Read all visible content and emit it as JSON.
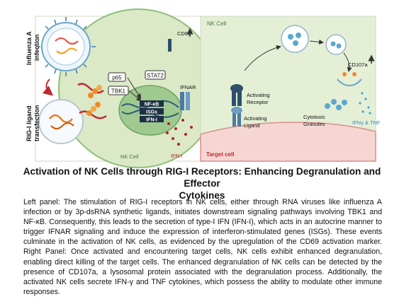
{
  "figure": {
    "left_panel": {
      "side_label_top": "Influenza A",
      "side_label_top_2": "infection",
      "side_label_bottom": "RIG-I ligand",
      "side_label_bottom_2": "transfection",
      "cell_label": "NK Cell",
      "p65": "p65",
      "tbk1": "TBK1",
      "stat2": "STAT2",
      "cd69": "CD69",
      "ifnar": "IFNAR",
      "ifn_i": "IFN-I",
      "nfkb": "NF-κB",
      "isgs": "ISGs",
      "ifn_i_gene": "IFN-I"
    },
    "right_panel": {
      "cell_label": "NK Cell",
      "activating_receptor": "Activating",
      "activating_receptor_2": "Receptor",
      "activating_ligand": "Activating",
      "activating_ligand_2": "Ligand",
      "cytotoxic_granules": "Cytotoxic",
      "cytotoxic_granules_2": "Granules",
      "cd107a": "CD107a",
      "ifng_tnf": "IFNγ & TNF",
      "target_cell": "Target cell"
    }
  },
  "caption": {
    "title_line1": "Activation of NK Cells through RIG-I Receptors: Enhancing Degranulation and Effector",
    "title_line2": "Cytokines",
    "body": "Left panel: The stimulation of RIG-I receptors in NK cells, either through RNA viruses like influenza A infection or by 3p-dsRNA synthetic ligands, initiates downstream signaling pathways involving TBK1 and NF-κB. Consequently, this leads to the secretion of type-I IFN (IFN-I), which acts in an autocrine manner to trigger IFNAR signaling and induce the expression of interferon-stimulated genes (ISGs). These events culminate in the activation of NK cells, as evidenced by the upregulation of the CD69 activation marker. Right Panel: Once activated and encountering target cells, NK cells exhibit enhanced degranulation, enabling direct killing of the target cells. The enhanced degranulation of NK cells can be detected by the presence of CD107a, a lysosomal protein associated with the degranulation process. Additionally, the activated NK cells secrete IFN-γ and TNF cytokines, which possess the ability to modulate other immune responses."
  },
  "colors": {
    "cell_green": "#dbe9c7",
    "nucleus_green": "#9fc98f",
    "target_pink": "#f6d6d3",
    "granule_blue": "#8ec9de",
    "protein_orange": "#f08a2a",
    "ifn_red": "#b3202b",
    "receptor_navy": "#2e4f6b"
  }
}
